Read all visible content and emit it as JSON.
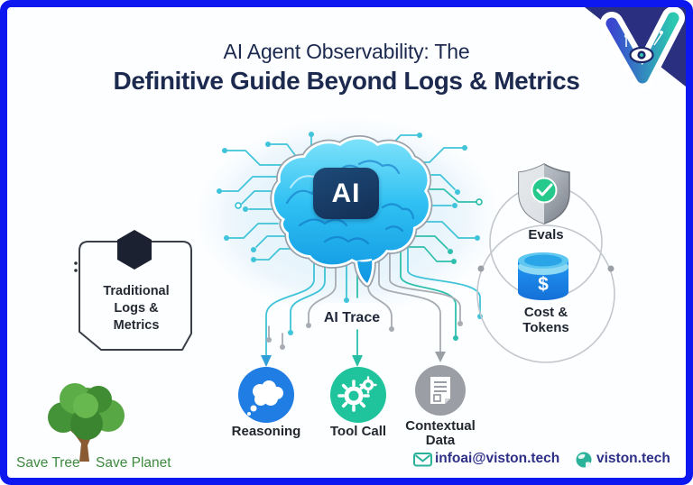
{
  "page": {
    "border_color": "#0d17f0",
    "background": "#fdfeff"
  },
  "brand": {
    "logo": "viston-eye-logo"
  },
  "header": {
    "title_line1": "AI Agent Observability: The",
    "title_line2": "Definitive Guide Beyond Logs & Metrics"
  },
  "diagram": {
    "brain_badge": "AI",
    "trace_label": "AI Trace",
    "traditional_box": {
      "line1": "Traditional",
      "line2": "Logs &",
      "line3": "Metrics"
    },
    "evals_label": "Evals",
    "cost_label_line1": "Cost &",
    "cost_label_line2": "Tokens",
    "cost_symbol": "$",
    "nodes": {
      "reasoning": {
        "label": "Reasoning",
        "color": "#1f7de4"
      },
      "tool_call": {
        "label": "Tool Call",
        "color": "#1fc49d"
      },
      "contextual": {
        "label_line1": "Contextual",
        "label_line2": "Data",
        "color": "#9b9fa5"
      }
    }
  },
  "footer": {
    "save_tree": "Save Tree",
    "save_planet": "Save Planet",
    "email": "infoai@viston.tech",
    "website": "viston.tech"
  },
  "colors": {
    "title": "#1c2a4f",
    "circuit_cyan": "#3fc4d9",
    "circuit_teal": "#2fbfae",
    "circuit_gray": "#a7acb2",
    "corner_navy": "#2a307f",
    "eco_green": "#3e8a3e",
    "contact_text": "#2e3088"
  }
}
